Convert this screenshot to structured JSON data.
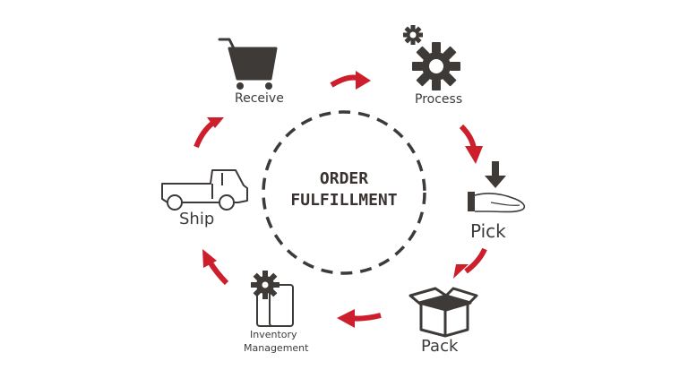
{
  "center": {
    "line1": "ORDER",
    "line2": "FULFILLMENT"
  },
  "steps": {
    "receive": "Receive",
    "process": "Process",
    "pick": "Pick",
    "pack": "Pack",
    "inventory_line1": "Inventory",
    "inventory_line2": "Management",
    "ship": "Ship"
  },
  "icons": {
    "receive": "shopping-cart-icon",
    "process": "gears-icon",
    "pick": "hand-receiving-box-icon",
    "pack": "open-box-icon",
    "inventory": "clipboard-gear-icon",
    "ship": "pickup-truck-icon"
  },
  "colors": {
    "arrow": "#cc1f2b",
    "icon": "#3e3a38",
    "dashed_circle": "#3e3a38",
    "text": "#3b3b3b"
  }
}
